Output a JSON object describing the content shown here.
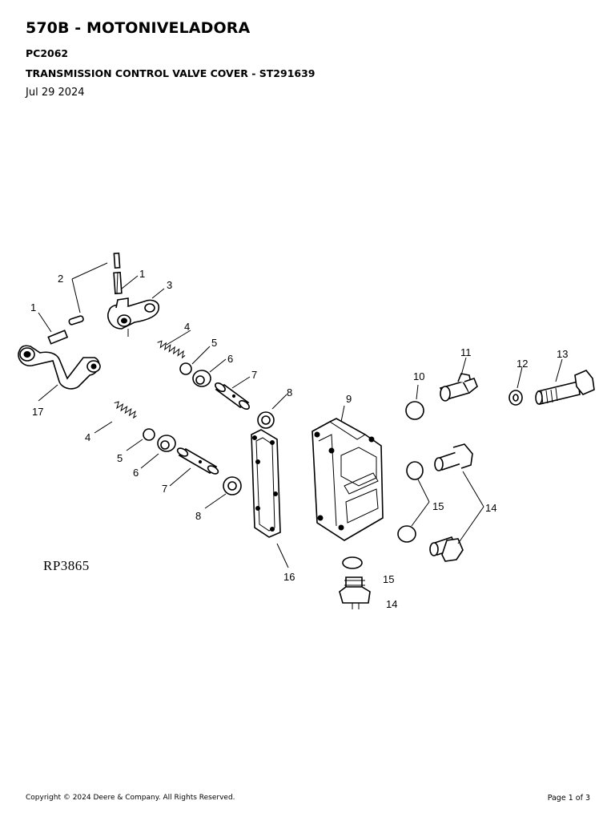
{
  "header": {
    "title": "570B - MOTONIVELADORA",
    "code": "PC2062",
    "subtitle": "TRANSMISSION CONTROL VALVE COVER - ST291639",
    "date": "Jul 29 2024"
  },
  "diagram": {
    "reference": "RP3865",
    "callouts": [
      "1",
      "2",
      "1",
      "3",
      "4",
      "5",
      "6",
      "7",
      "8",
      "17",
      "4",
      "5",
      "6",
      "7",
      "8",
      "16",
      "9",
      "10",
      "11",
      "12",
      "13",
      "15",
      "14",
      "15",
      "14"
    ]
  },
  "footer": {
    "copyright": "Copyright © 2024 Deere & Company. All Rights Reserved.",
    "page": "Page 1 of 3"
  }
}
